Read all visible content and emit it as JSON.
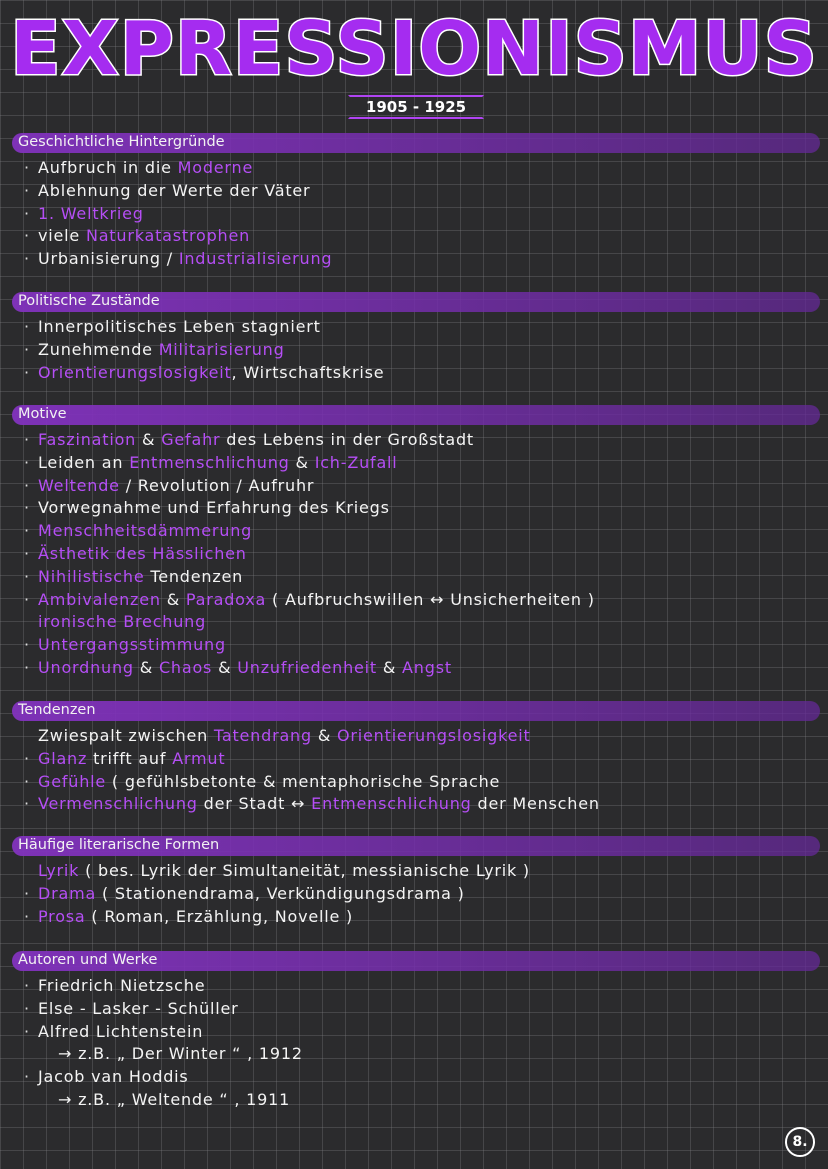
{
  "title": "EXPRESSIONISMUS",
  "years": "1905 - 1925",
  "page_number": "8.",
  "colors": {
    "accent": "#a52cf0",
    "highlight": "#b54ef5",
    "background": "#2b2b2d",
    "band": "#8232be"
  },
  "sections": [
    {
      "heading": "Geschichtliche Hintergründe",
      "lines": [
        {
          "bullet": "·",
          "parts": [
            {
              "t": "Aufbruch in die "
            },
            {
              "t": "Moderne",
              "hl": true
            }
          ]
        },
        {
          "bullet": "·",
          "parts": [
            {
              "t": "Ablehnung der Werte der Väter"
            }
          ]
        },
        {
          "bullet": "·",
          "parts": [
            {
              "t": "1. Weltkrieg",
              "hl": true
            }
          ]
        },
        {
          "bullet": "·",
          "parts": [
            {
              "t": "viele "
            },
            {
              "t": "Naturkatastrophen",
              "hl": true
            }
          ]
        },
        {
          "bullet": "·",
          "parts": [
            {
              "t": "Urbanisierung / "
            },
            {
              "t": "Industrialisierung",
              "hl": true
            }
          ]
        }
      ]
    },
    {
      "heading": "Politische Zustände",
      "lines": [
        {
          "bullet": "·",
          "parts": [
            {
              "t": "Innerpolitisches Leben stagniert"
            }
          ]
        },
        {
          "bullet": "·",
          "parts": [
            {
              "t": "Zunehmende "
            },
            {
              "t": "Militarisierung",
              "hl": true
            }
          ]
        },
        {
          "bullet": "·",
          "parts": [
            {
              "t": "Orientierungslosigkeit",
              "hl": true
            },
            {
              "t": ", Wirtschaftskrise"
            }
          ]
        }
      ]
    },
    {
      "heading": "Motive",
      "lines": [
        {
          "bullet": "·",
          "parts": [
            {
              "t": "Faszination",
              "hl": true
            },
            {
              "t": " & "
            },
            {
              "t": "Gefahr",
              "hl": true
            },
            {
              "t": " des Lebens in der Großstadt"
            }
          ]
        },
        {
          "bullet": "·",
          "parts": [
            {
              "t": "Leiden an "
            },
            {
              "t": "Entmenschlichung",
              "hl": true
            },
            {
              "t": " & "
            },
            {
              "t": "Ich-Zufall",
              "hl": true
            }
          ]
        },
        {
          "bullet": "·",
          "parts": [
            {
              "t": "Weltende",
              "hl": true
            },
            {
              "t": " / Revolution / Aufruhr"
            }
          ]
        },
        {
          "bullet": "·",
          "parts": [
            {
              "t": "Vorwegnahme und Erfahrung des Kriegs"
            }
          ]
        },
        {
          "bullet": "·",
          "parts": [
            {
              "t": "Menschheitsdämmerung",
              "hl": true
            }
          ]
        },
        {
          "bullet": "·",
          "parts": [
            {
              "t": "Ästhetik des Hässlichen",
              "hl": true
            }
          ]
        },
        {
          "bullet": "·",
          "parts": [
            {
              "t": "Nihilistische",
              "hl": true
            },
            {
              "t": " Tendenzen"
            }
          ]
        },
        {
          "bullet": "·",
          "parts": [
            {
              "t": "Ambivalenzen",
              "hl": true
            },
            {
              "t": " & "
            },
            {
              "t": "Paradoxa",
              "hl": true
            },
            {
              "t": " ( Aufbruchswillen ↔ Unsicherheiten )"
            }
          ]
        },
        {
          "bullet": "",
          "parts": [
            {
              "t": "ironische Brechung",
              "hl": true
            }
          ]
        },
        {
          "bullet": "·",
          "parts": [
            {
              "t": "Untergangsstimmung",
              "hl": true
            }
          ]
        },
        {
          "bullet": "·",
          "parts": [
            {
              "t": "Unordnung",
              "hl": true
            },
            {
              "t": " & "
            },
            {
              "t": "Chaos",
              "hl": true
            },
            {
              "t": " & "
            },
            {
              "t": "Unzufriedenheit",
              "hl": true
            },
            {
              "t": " & "
            },
            {
              "t": "Angst",
              "hl": true
            }
          ]
        }
      ]
    },
    {
      "heading": "Tendenzen",
      "lines": [
        {
          "bullet": "",
          "parts": [
            {
              "t": "Zwiespalt zwischen "
            },
            {
              "t": "Tatendrang",
              "hl": true
            },
            {
              "t": " & "
            },
            {
              "t": "Orientierungslosigkeit",
              "hl": true
            }
          ]
        },
        {
          "bullet": "·",
          "parts": [
            {
              "t": "Glanz",
              "hl": true
            },
            {
              "t": " trifft auf "
            },
            {
              "t": "Armut",
              "hl": true
            }
          ]
        },
        {
          "bullet": "·",
          "parts": [
            {
              "t": "Gefühle",
              "hl": true
            },
            {
              "t": " ( gefühlsbetonte & mentaphorische Sprache"
            }
          ]
        },
        {
          "bullet": "·",
          "parts": [
            {
              "t": "Vermenschlichung",
              "hl": true
            },
            {
              "t": " der Stadt ↔ "
            },
            {
              "t": "Entmenschlichung",
              "hl": true
            },
            {
              "t": " der Menschen"
            }
          ]
        }
      ]
    },
    {
      "heading": "Häufige literarische Formen",
      "lines": [
        {
          "bullet": "",
          "parts": [
            {
              "t": "Lyrik",
              "hl": true
            },
            {
              "t": "   ( bes. Lyrik der Simultaneität, messianische Lyrik )"
            }
          ]
        },
        {
          "bullet": "·",
          "parts": [
            {
              "t": "Drama",
              "hl": true
            },
            {
              "t": "  ( Stationendrama, Verkündigungsdrama )"
            }
          ]
        },
        {
          "bullet": "·",
          "parts": [
            {
              "t": "Prosa",
              "hl": true
            },
            {
              "t": "   ( Roman, Erzählung, Novelle )"
            }
          ]
        }
      ]
    },
    {
      "heading": "Autoren und Werke",
      "lines": [
        {
          "bullet": "·",
          "parts": [
            {
              "t": "Friedrich Nietzsche"
            }
          ]
        },
        {
          "bullet": "·",
          "parts": [
            {
              "t": "Else - Lasker - Schüller"
            }
          ]
        },
        {
          "bullet": "·",
          "parts": [
            {
              "t": "Alfred Lichtenstein"
            }
          ]
        },
        {
          "bullet": "",
          "indent": true,
          "parts": [
            {
              "t": "→ z.B. „ Der Winter “ , 1912"
            }
          ]
        },
        {
          "bullet": "·",
          "parts": [
            {
              "t": "Jacob van Hoddis"
            }
          ]
        },
        {
          "bullet": "",
          "indent": true,
          "parts": [
            {
              "t": "→ z.B. „ Weltende “ , 1911"
            }
          ]
        }
      ]
    }
  ]
}
